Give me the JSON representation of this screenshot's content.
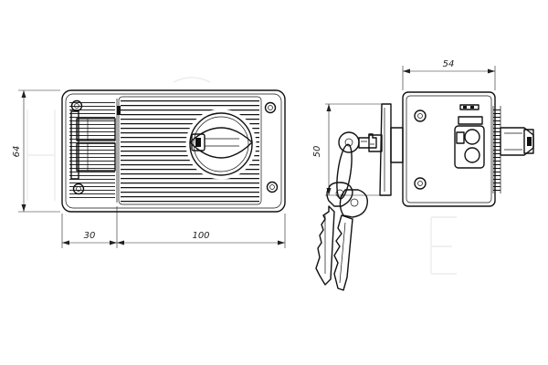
{
  "dimensions": {
    "front_height": "64",
    "front_left_width": "30",
    "front_main_width": "100",
    "side_depth": "54",
    "key_height": "50"
  }
}
